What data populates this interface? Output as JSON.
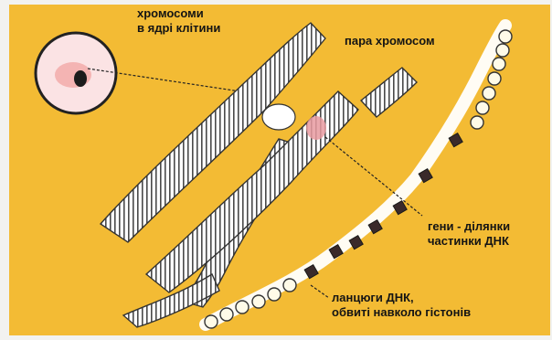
{
  "labels": {
    "nucleus": [
      "хромосоми",
      "в ядрі клітини"
    ],
    "pair": "пара хромосом",
    "genes": [
      "гени - ділянки",
      "частинки ДНК"
    ],
    "chains": [
      "ланцюги ДНК,",
      "обвиті навколо гістонів"
    ]
  },
  "colors": {
    "background": "#f3bb34",
    "chromosome_fill": "#ffffff",
    "chromosome_stripe": "#4a4a4a",
    "gene_highlight": "#e89aa0",
    "gene_bead": "#3a2a2a",
    "cell_fill": "#fbe3e4",
    "nucleus": "#e06860"
  }
}
